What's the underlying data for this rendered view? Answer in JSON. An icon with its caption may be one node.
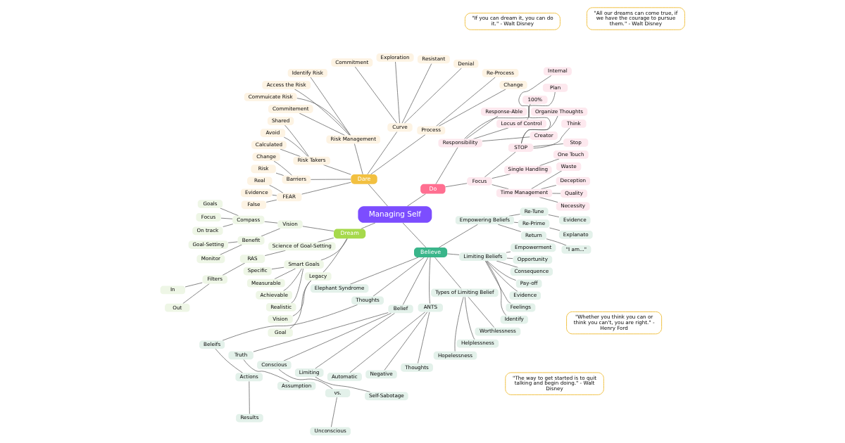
{
  "diagram": {
    "nodes": [
      {
        "text": [
          "Managing Self"
        ]
      },
      {
        "text": [
          "Do"
        ]
      },
      {
        "text": [
          "Focus"
        ]
      },
      {
        "text": [
          "Time Management"
        ]
      },
      {
        "text": [
          "Necessity"
        ]
      },
      {
        "text": [
          "Quality"
        ]
      },
      {
        "text": [
          "Deception"
        ]
      },
      {
        "text": [
          "Waste"
        ]
      },
      {
        "text": [
          "Single Handling"
        ]
      },
      {
        "text": [
          "One Touch"
        ]
      },
      {
        "text": [
          "STOP"
        ]
      },
      {
        "text": [
          "Stop"
        ]
      },
      {
        "text": [
          "Think"
        ]
      },
      {
        "text": [
          "Organize Thoughts"
        ]
      },
      {
        "text": [
          "Plan"
        ]
      },
      {
        "text": [
          "Responsibility"
        ]
      },
      {
        "text": [
          "Creator"
        ]
      },
      {
        "text": [
          "Locus of Control"
        ]
      },
      {
        "text": [
          "Internal"
        ]
      },
      {
        "text": [
          "Response-Able"
        ]
      },
      {
        "text": [
          "100%"
        ]
      },
      {
        "text": [
          "Dare"
        ]
      },
      {
        "text": [
          "Process"
        ]
      },
      {
        "text": [
          "Change"
        ]
      },
      {
        "text": [
          "Re-Process"
        ]
      },
      {
        "text": [
          "Curve"
        ]
      },
      {
        "text": [
          "Denial"
        ]
      },
      {
        "text": [
          "Resistant"
        ]
      },
      {
        "text": [
          "Exploration"
        ]
      },
      {
        "text": [
          "Commitment"
        ]
      },
      {
        "text": [
          "Risk Management"
        ]
      },
      {
        "text": [
          "Identify Risk"
        ]
      },
      {
        "text": [
          "Access the Risk"
        ]
      },
      {
        "text": [
          "Commuicate Risk"
        ]
      },
      {
        "text": [
          "Commitement"
        ]
      },
      {
        "text": [
          "Risk Takers"
        ]
      },
      {
        "text": [
          "Shared"
        ]
      },
      {
        "text": [
          "Avoid"
        ]
      },
      {
        "text": [
          "Calculated"
        ]
      },
      {
        "text": [
          "Barriers"
        ]
      },
      {
        "text": [
          "Change"
        ]
      },
      {
        "text": [
          "Risk"
        ]
      },
      {
        "text": [
          "FEAR"
        ]
      },
      {
        "text": [
          "Real"
        ]
      },
      {
        "text": [
          "Evidence"
        ]
      },
      {
        "text": [
          "False"
        ]
      },
      {
        "text": [
          "Dream"
        ]
      },
      {
        "text": [
          "Vision"
        ]
      },
      {
        "text": [
          "Compass"
        ]
      },
      {
        "text": [
          "Goals"
        ]
      },
      {
        "text": [
          "Focus"
        ]
      },
      {
        "text": [
          "On track"
        ]
      },
      {
        "text": [
          "Benefit"
        ]
      },
      {
        "text": [
          "Goal-Setting"
        ]
      },
      {
        "text": [
          "Monitor"
        ]
      },
      {
        "text": [
          "Science of Goal-Setting"
        ]
      },
      {
        "text": [
          "RAS"
        ]
      },
      {
        "text": [
          "Filters"
        ]
      },
      {
        "text": [
          "In"
        ]
      },
      {
        "text": [
          "Out"
        ]
      },
      {
        "text": [
          "Smart Goals"
        ]
      },
      {
        "text": [
          "Specific"
        ]
      },
      {
        "text": [
          "Measurable"
        ]
      },
      {
        "text": [
          "Achievable"
        ]
      },
      {
        "text": [
          "Realistic"
        ]
      },
      {
        "text": [
          "Legacy"
        ]
      },
      {
        "text": [
          "Vision"
        ]
      },
      {
        "text": [
          "Goal"
        ]
      },
      {
        "text": [
          "Believe"
        ]
      },
      {
        "text": [
          "Elephant Syndrome"
        ]
      },
      {
        "text": [
          "Thoughts"
        ]
      },
      {
        "text": [
          "Beleifs"
        ]
      },
      {
        "text": [
          "Actions"
        ]
      },
      {
        "text": [
          "Results"
        ]
      },
      {
        "text": [
          "Belief"
        ]
      },
      {
        "text": [
          "Truth"
        ]
      },
      {
        "text": [
          "Assumption"
        ]
      },
      {
        "text": [
          "Conscious"
        ]
      },
      {
        "text": [
          "vs."
        ]
      },
      {
        "text": [
          "Unconscious"
        ]
      },
      {
        "text": [
          "Limiting"
        ]
      },
      {
        "text": [
          "Self-Sabotage"
        ]
      },
      {
        "text": [
          "ANTS"
        ]
      },
      {
        "text": [
          "Automatic"
        ]
      },
      {
        "text": [
          "Negative"
        ]
      },
      {
        "text": [
          "Thoughts"
        ]
      },
      {
        "text": [
          "Types of Limiting Belief"
        ]
      },
      {
        "text": [
          "Hopelessness"
        ]
      },
      {
        "text": [
          "Helplessness"
        ]
      },
      {
        "text": [
          "Worthlessness"
        ]
      },
      {
        "text": [
          "Limiting Beliefs"
        ]
      },
      {
        "text": [
          "Identify"
        ]
      },
      {
        "text": [
          "Feelings"
        ]
      },
      {
        "text": [
          "Evidence"
        ]
      },
      {
        "text": [
          "Pay-off"
        ]
      },
      {
        "text": [
          "Consequence"
        ]
      },
      {
        "text": [
          "Opportunity"
        ]
      },
      {
        "text": [
          "Empowerment"
        ]
      },
      {
        "text": [
          "Empowering Beliefs"
        ]
      },
      {
        "text": [
          "Return"
        ]
      },
      {
        "text": [
          "\"I am...\""
        ]
      },
      {
        "text": [
          "Re-Prime"
        ]
      },
      {
        "text": [
          "Explanato"
        ]
      },
      {
        "text": [
          "Re-Tune"
        ]
      },
      {
        "text": [
          "Evidence"
        ]
      },
      {
        "text": [
          "\"The way to get started is to quit talking and begin doing.\" - Walt Disney"
        ]
      },
      {
        "text": [
          "\"Whether you think you can or think you can't, you are right.\" - Henry Ford"
        ]
      },
      {
        "text": [
          "\"All our dreams can come true, if we have the courage to pursue them.\" - Walt Disney"
        ]
      },
      {
        "text": [
          "\"If you can dream it, you can do it.\" - Walt Disney"
        ]
      }
    ],
    "edges": [
      {
        "from": 0,
        "to": 1,
        "arrow": "none"
      },
      {
        "from": 1,
        "to": 2,
        "arrow": "none"
      },
      {
        "from": 2,
        "to": 3,
        "arrow": "none"
      },
      {
        "from": 3,
        "to": 4,
        "arrow": "none"
      },
      {
        "from": 3,
        "to": 5,
        "arrow": "none"
      },
      {
        "from": 3,
        "to": 6,
        "arrow": "none"
      },
      {
        "from": 3,
        "to": 7,
        "arrow": "none"
      },
      {
        "from": 2,
        "to": 8,
        "arrow": "none"
      },
      {
        "from": 8,
        "to": 9,
        "arrow": "none"
      },
      {
        "from": 2,
        "to": 10,
        "arrow": "none"
      },
      {
        "from": 10,
        "to": 11,
        "arrow": "none"
      },
      {
        "from": 10,
        "to": 12,
        "arrow": "none"
      },
      {
        "from": 10,
        "to": 13,
        "arrow": "none"
      },
      {
        "from": 10,
        "to": 14,
        "arrow": "none"
      },
      {
        "from": 1,
        "to": 15,
        "arrow": "none"
      },
      {
        "from": 15,
        "to": 16,
        "arrow": "none"
      },
      {
        "from": 15,
        "to": 17,
        "arrow": "none"
      },
      {
        "from": 17,
        "to": 18,
        "arrow": "none"
      },
      {
        "from": 15,
        "to": 19,
        "arrow": "none"
      },
      {
        "from": 15,
        "to": 20,
        "arrow": "none"
      },
      {
        "from": 0,
        "to": 21,
        "arrow": "none"
      },
      {
        "from": 21,
        "to": 22,
        "arrow": "none"
      },
      {
        "from": 22,
        "to": 23,
        "arrow": "none"
      },
      {
        "from": 22,
        "to": 24,
        "arrow": "none"
      },
      {
        "from": 21,
        "to": 25,
        "arrow": "none"
      },
      {
        "from": 25,
        "to": 26,
        "arrow": "none"
      },
      {
        "from": 25,
        "to": 27,
        "arrow": "none"
      },
      {
        "from": 25,
        "to": 28,
        "arrow": "none"
      },
      {
        "from": 25,
        "to": 29,
        "arrow": "none"
      },
      {
        "from": 21,
        "to": 30,
        "arrow": "none"
      },
      {
        "from": 30,
        "to": 31,
        "arrow": "none"
      },
      {
        "from": 30,
        "to": 32,
        "arrow": "none"
      },
      {
        "from": 30,
        "to": 33,
        "arrow": "none"
      },
      {
        "from": 30,
        "to": 34,
        "arrow": "none"
      },
      {
        "from": 21,
        "to": 35,
        "arrow": "none"
      },
      {
        "from": 35,
        "to": 36,
        "arrow": "none"
      },
      {
        "from": 35,
        "to": 37,
        "arrow": "none"
      },
      {
        "from": 35,
        "to": 38,
        "arrow": "none"
      },
      {
        "from": 21,
        "to": 39,
        "arrow": "none"
      },
      {
        "from": 39,
        "to": 40,
        "arrow": "none"
      },
      {
        "from": 39,
        "to": 41,
        "arrow": "none"
      },
      {
        "from": 21,
        "to": 42,
        "arrow": "none"
      },
      {
        "from": 42,
        "to": 43,
        "arrow": "none"
      },
      {
        "from": 42,
        "to": 44,
        "arrow": "none"
      },
      {
        "from": 42,
        "to": 45,
        "arrow": "none"
      },
      {
        "from": 0,
        "to": 46,
        "arrow": "none"
      },
      {
        "from": 46,
        "to": 47,
        "arrow": "none"
      },
      {
        "from": 47,
        "to": 48,
        "arrow": "none"
      },
      {
        "from": 48,
        "to": 49,
        "arrow": "none"
      },
      {
        "from": 48,
        "to": 50,
        "arrow": "none"
      },
      {
        "from": 48,
        "to": 51,
        "arrow": "none"
      },
      {
        "from": 47,
        "to": 52,
        "arrow": "none"
      },
      {
        "from": 52,
        "to": 53,
        "arrow": "none"
      },
      {
        "from": 52,
        "to": 54,
        "arrow": "none"
      },
      {
        "from": 46,
        "to": 55,
        "arrow": "none"
      },
      {
        "from": 55,
        "to": 56,
        "arrow": "none"
      },
      {
        "from": 56,
        "to": 57,
        "arrow": "none"
      },
      {
        "from": 57,
        "to": 58,
        "arrow": "none"
      },
      {
        "from": 57,
        "to": 59,
        "arrow": "none"
      },
      {
        "from": 46,
        "to": 60,
        "arrow": "none"
      },
      {
        "from": 60,
        "to": 61,
        "arrow": "none"
      },
      {
        "from": 60,
        "to": 62,
        "arrow": "none"
      },
      {
        "from": 60,
        "to": 63,
        "arrow": "none"
      },
      {
        "from": 60,
        "to": 64,
        "arrow": "none"
      },
      {
        "from": 46,
        "to": 65,
        "arrow": "none"
      },
      {
        "from": 65,
        "to": 66,
        "arrow": "none"
      },
      {
        "from": 65,
        "to": 67,
        "arrow": "none"
      },
      {
        "from": 0,
        "to": 68,
        "arrow": "none"
      },
      {
        "from": 68,
        "to": 69,
        "arrow": "none"
      },
      {
        "from": 68,
        "to": 70,
        "arrow": "none"
      },
      {
        "from": 70,
        "to": 71,
        "arrow": "none"
      },
      {
        "from": 71,
        "to": 72,
        "arrow": "none"
      },
      {
        "from": 72,
        "to": 73,
        "arrow": "none"
      },
      {
        "from": 68,
        "to": 74,
        "arrow": "none"
      },
      {
        "from": 74,
        "to": 75,
        "arrow": "none"
      },
      {
        "from": 75,
        "to": 76,
        "arrow": "none"
      },
      {
        "from": 74,
        "to": 77,
        "arrow": "none"
      },
      {
        "from": 77,
        "to": 78,
        "arrow": "none"
      },
      {
        "from": 78,
        "to": 79,
        "arrow": "none"
      },
      {
        "from": 74,
        "to": 80,
        "arrow": "none"
      },
      {
        "from": 80,
        "to": 81,
        "arrow": "none"
      },
      {
        "from": 68,
        "to": 82,
        "arrow": "none"
      },
      {
        "from": 82,
        "to": 83,
        "arrow": "none"
      },
      {
        "from": 82,
        "to": 84,
        "arrow": "none"
      },
      {
        "from": 82,
        "to": 85,
        "arrow": "none"
      },
      {
        "from": 68,
        "to": 86,
        "arrow": "none"
      },
      {
        "from": 86,
        "to": 87,
        "arrow": "none"
      },
      {
        "from": 86,
        "to": 88,
        "arrow": "none"
      },
      {
        "from": 86,
        "to": 89,
        "arrow": "none"
      },
      {
        "from": 68,
        "to": 90,
        "arrow": "none"
      },
      {
        "from": 90,
        "to": 91,
        "arrow": "none"
      },
      {
        "from": 90,
        "to": 92,
        "arrow": "none"
      },
      {
        "from": 90,
        "to": 93,
        "arrow": "none"
      },
      {
        "from": 90,
        "to": 94,
        "arrow": "none"
      },
      {
        "from": 90,
        "to": 95,
        "arrow": "none"
      },
      {
        "from": 90,
        "to": 96,
        "arrow": "none"
      },
      {
        "from": 90,
        "to": 97,
        "arrow": "none"
      },
      {
        "from": 68,
        "to": 98,
        "arrow": "none"
      },
      {
        "from": 98,
        "to": 99,
        "arrow": "none"
      },
      {
        "from": 99,
        "to": 100,
        "arrow": "none"
      },
      {
        "from": 98,
        "to": 101,
        "arrow": "none"
      },
      {
        "from": 101,
        "to": 102,
        "arrow": "none"
      },
      {
        "from": 98,
        "to": 103,
        "arrow": "none"
      },
      {
        "from": 103,
        "to": 104,
        "arrow": "none"
      }
    ]
  }
}
